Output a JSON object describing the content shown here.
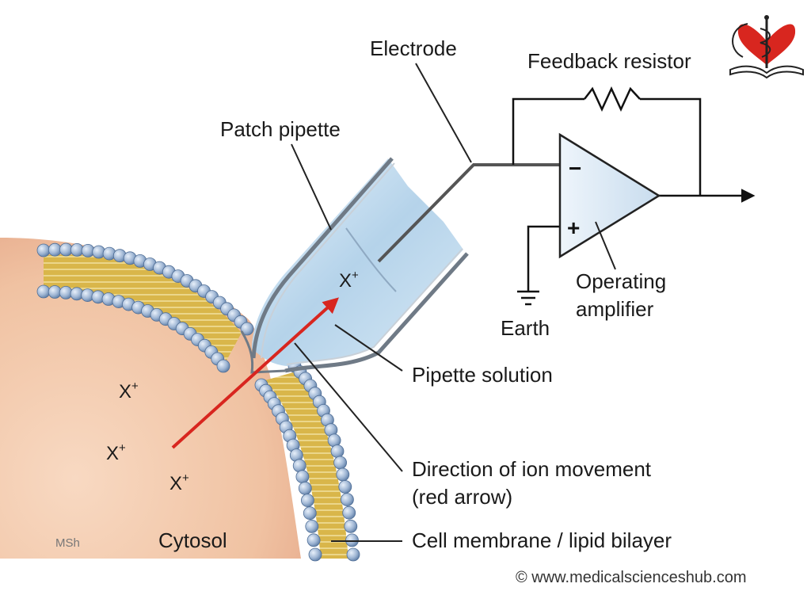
{
  "labels": {
    "electrode": "Electrode",
    "feedback_resistor": "Feedback resistor",
    "patch_pipette": "Patch pipette",
    "pipette_solution": "Pipette solution",
    "direction_line1": "Direction of ion movement",
    "direction_line2": "(red arrow)",
    "cell_membrane": "Cell membrane / lipid bilayer",
    "cytosol": "Cytosol",
    "earth": "Earth",
    "amp_line1": "Operating",
    "amp_line2": "amplifier"
  },
  "ion": {
    "base": "X",
    "charge": "+"
  },
  "amp_signs": {
    "inverting": "−",
    "non_inverting": "+"
  },
  "artist": "MSh",
  "copyright": "© www.medicalscienceshub.com",
  "icons": {
    "logo": "heart-caduceus-book-logo"
  },
  "colors": {
    "arrow": "#d8261f",
    "cytosol": "#f2c7a8",
    "membrane_tails": "#d9b64a",
    "head_groups": "#9fb6d4",
    "pipette_glass": "#b5d3ea",
    "amplifier": "#dbe9f4",
    "logo_heart": "#d8261f"
  }
}
